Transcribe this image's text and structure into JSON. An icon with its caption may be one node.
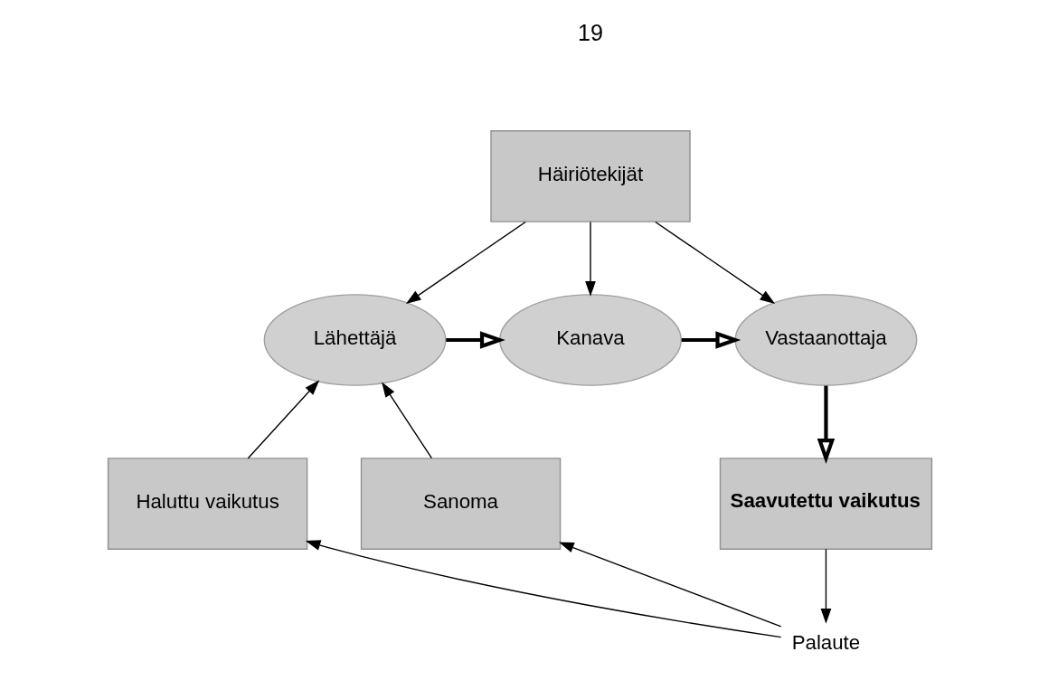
{
  "diagram": {
    "nodes": [
      {
        "text": [
          "Häiriötekijät"
        ]
      },
      {
        "text": [
          "Lähettäjä"
        ]
      },
      {
        "text": [
          "Kanava"
        ]
      },
      {
        "text": [
          "Vastaanottaja"
        ]
      },
      {
        "text": [
          "Haluttu vaikutus"
        ]
      },
      {
        "text": [
          "Sanoma"
        ]
      },
      {
        "text": [
          "Saavutettu vaikutus"
        ]
      },
      {
        "text": [
          "Palaute"
        ]
      }
    ],
    "edges": [
      {
        "from": 0,
        "to": 1,
        "arrow": "to"
      },
      {
        "from": 0,
        "to": 2,
        "arrow": "to"
      },
      {
        "from": 0,
        "to": 3,
        "arrow": "to"
      },
      {
        "from": 1,
        "to": 2,
        "arrow": "to",
        "style": "thick"
      },
      {
        "from": 2,
        "to": 3,
        "arrow": "to",
        "style": "thick"
      },
      {
        "from": 4,
        "to": 1,
        "arrow": "to"
      },
      {
        "from": 5,
        "to": 1,
        "arrow": "to"
      },
      {
        "from": 3,
        "to": 6,
        "arrow": "to",
        "style": "thick"
      },
      {
        "from": 6,
        "to": 7,
        "arrow": "to"
      },
      {
        "from": 7,
        "to": 4,
        "arrow": "to"
      },
      {
        "from": 7,
        "to": 5,
        "arrow": "to"
      }
    ],
    "labels": [
      "19"
    ]
  }
}
